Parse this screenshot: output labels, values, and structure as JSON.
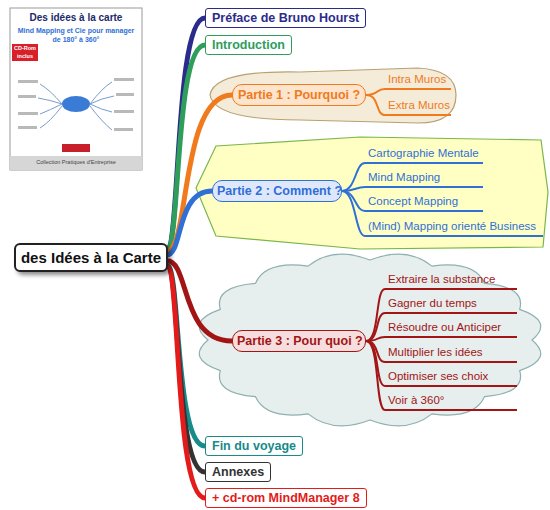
{
  "diagram": {
    "nodes": [
      {
        "text": [
          "des Idées à la Carte"
        ]
      },
      {
        "text": [
          "Préface de Bruno Hourst"
        ]
      },
      {
        "text": [
          "Introduction"
        ]
      },
      {
        "text": [
          "Partie 1 : Pourquoi ?"
        ]
      },
      {
        "text": [
          "Intra Muros"
        ]
      },
      {
        "text": [
          "Extra Muros"
        ]
      },
      {
        "text": [
          "Partie 2 : Comment ?"
        ]
      },
      {
        "text": [
          "Cartographie Mentale"
        ]
      },
      {
        "text": [
          "Mind Mapping"
        ]
      },
      {
        "text": [
          "Concept Mapping"
        ]
      },
      {
        "text": [
          "(Mind) Mapping orienté Business"
        ]
      },
      {
        "text": [
          "Partie 3 : Pour quoi ?"
        ]
      },
      {
        "text": [
          "Extraire la substance"
        ]
      },
      {
        "text": [
          "Gagner du temps"
        ]
      },
      {
        "text": [
          "Résoudre ou Anticiper"
        ]
      },
      {
        "text": [
          "Multiplier les idées"
        ]
      },
      {
        "text": [
          "Optimiser ses choix"
        ]
      },
      {
        "text": [
          "Voir à 360°"
        ]
      },
      {
        "text": [
          "Fin du voyage"
        ]
      },
      {
        "text": [
          "Annexes"
        ]
      },
      {
        "text": [
          "+ cd-rom MindManager 8"
        ]
      }
    ],
    "edges": [
      {
        "from": 0,
        "to": 1,
        "arrow": "none"
      },
      {
        "from": 0,
        "to": 2,
        "arrow": "none"
      },
      {
        "from": 0,
        "to": 3,
        "arrow": "none"
      },
      {
        "from": 3,
        "to": 4,
        "arrow": "none"
      },
      {
        "from": 3,
        "to": 5,
        "arrow": "none"
      },
      {
        "from": 0,
        "to": 6,
        "arrow": "none"
      },
      {
        "from": 6,
        "to": 7,
        "arrow": "none"
      },
      {
        "from": 6,
        "to": 8,
        "arrow": "none"
      },
      {
        "from": 6,
        "to": 9,
        "arrow": "none"
      },
      {
        "from": 6,
        "to": 10,
        "arrow": "none"
      },
      {
        "from": 0,
        "to": 11,
        "arrow": "none"
      },
      {
        "from": 11,
        "to": 12,
        "arrow": "none"
      },
      {
        "from": 11,
        "to": 13,
        "arrow": "none"
      },
      {
        "from": 11,
        "to": 14,
        "arrow": "none"
      },
      {
        "from": 11,
        "to": 15,
        "arrow": "none"
      },
      {
        "from": 11,
        "to": 16,
        "arrow": "none"
      },
      {
        "from": 11,
        "to": 17,
        "arrow": "none"
      },
      {
        "from": 0,
        "to": 18,
        "arrow": "none"
      },
      {
        "from": 0,
        "to": 19,
        "arrow": "none"
      },
      {
        "from": 0,
        "to": 20,
        "arrow": "none"
      }
    ],
    "labels": [
      "Des idées à la carte",
      "Mind Mapping et Cie pour manager de 180° à 360°",
      "CD-Rom inclus",
      "Collection Pratiques d'Entreprise"
    ]
  }
}
